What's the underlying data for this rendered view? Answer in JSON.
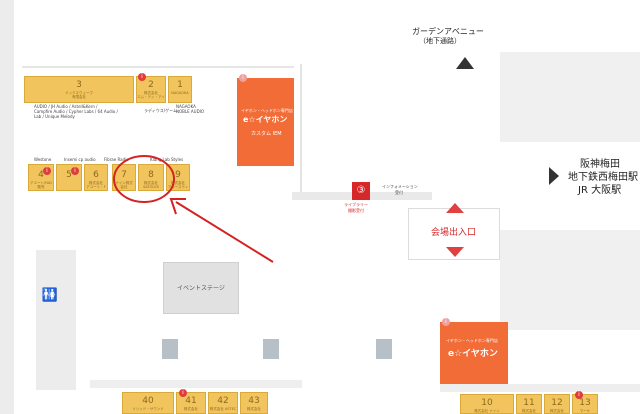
{
  "labels": {
    "garden_avenue": "ガーデンアベニュー",
    "garden_avenue_sub": "（地下通路）",
    "hanshin_station": "阪神梅田",
    "subway_station": "地下鉄西梅田駅",
    "jr_station": "JR 大阪駅",
    "entrance": "会場出入口",
    "event_stage": "イベントステージ",
    "info_desk": "インフォメーション",
    "info_desk_sub": "受付",
    "info_desk_num": "③",
    "info_desk_caption": "ライブラリー\n撮影受付"
  },
  "promo": {
    "top_tagline": "イヤホン・ヘッドホン専門店",
    "top_brand": "e☆イヤホン",
    "top_caption": "カスタム IEM",
    "bottom_tagline": "イヤホン・ヘッドホン専門店",
    "bottom_brand": "e☆イヤホン"
  },
  "booths_top": [
    {
      "num": "3",
      "sub": "ミックスウェーブ\n有限会社"
    },
    {
      "num": "2",
      "sub": "株式会社\nエム・ティ・アイ"
    },
    {
      "num": "1",
      "sub": "NAGAOKA"
    }
  ],
  "booth_top_notes": [
    "AUDIO / JH Audio / Astell&Kern /",
    "Campfire Audio / Cypher Labs / 64 Audio /",
    "Lab / Unique Melody",
    "ラディウス/ゲーム",
    "NAGAOKA",
    "NOBLE AUDIO"
  ],
  "booths_mid": [
    {
      "num": "4",
      "sub": "アユート/FAD\n販売"
    },
    {
      "num": "5",
      "sub": ""
    },
    {
      "num": "6",
      "sub": "株式会社\nアユート・F"
    },
    {
      "num": "7",
      "sub": "ナイン株式\n会社"
    },
    {
      "num": "8",
      "sub": "株式会社\nSATOLEX"
    },
    {
      "num": "9",
      "sub": "株式会社\nアコースティ"
    }
  ],
  "booth_mid_notes": [
    "Westone",
    "Insemi cp audio",
    "Fibrae Radio",
    "Klang Lab Styles"
  ],
  "booths_bottom_left": [
    {
      "num": "40",
      "sub": "ソリッド・サウンド"
    },
    {
      "num": "41",
      "sub": "株式会社"
    },
    {
      "num": "42",
      "sub": "株式会社 ASTEC"
    },
    {
      "num": "43",
      "sub": "株式会社"
    }
  ],
  "booths_bottom_right": [
    {
      "num": "10",
      "sub": "株式会社 ナイン"
    },
    {
      "num": "11",
      "sub": "株式会社"
    },
    {
      "num": "12",
      "sub": "株式会社"
    },
    {
      "num": "13",
      "sub": "マーケ"
    }
  ],
  "colors": {
    "booth": "#f2c45e",
    "promo": "#f26c38",
    "highlight": "#d42222",
    "arrow": "#e04040"
  },
  "icons": {
    "restroom": "restroom-icon",
    "up_arrow": "triangle-up-icon",
    "right_arrow": "triangle-right-icon"
  }
}
